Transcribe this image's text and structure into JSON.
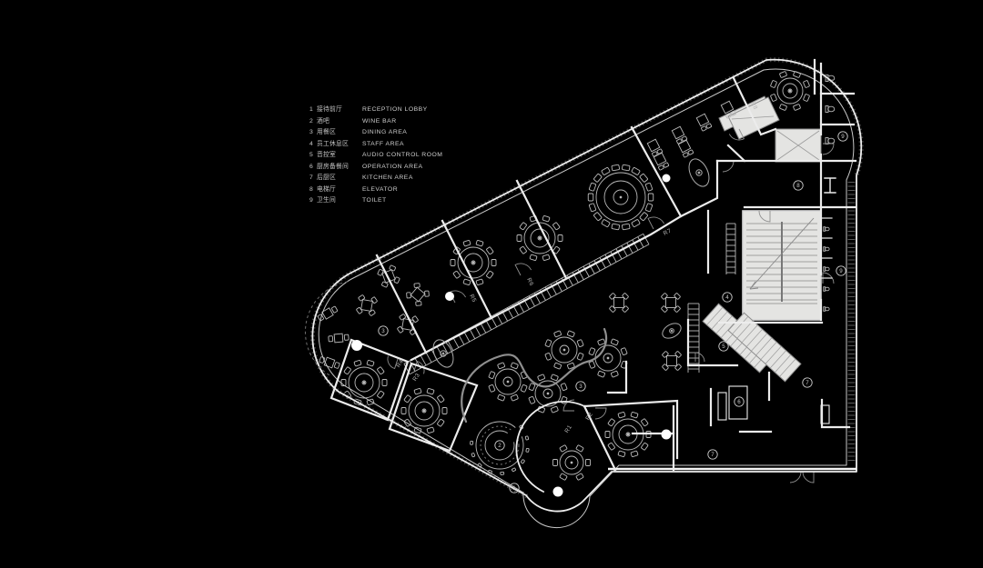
{
  "legend": {
    "items": [
      {
        "num": "1",
        "zh": "接待前厅",
        "en": "RECEPTION LOBBY"
      },
      {
        "num": "2",
        "zh": "酒吧",
        "en": "WINE BAR"
      },
      {
        "num": "3",
        "zh": "用餐区",
        "en": "DINING AREA"
      },
      {
        "num": "4",
        "zh": "员工休息区",
        "en": "STAFF AREA"
      },
      {
        "num": "5",
        "zh": "音控室",
        "en": "AUDIO CONTROL ROOM"
      },
      {
        "num": "6",
        "zh": "厨房备餐间",
        "en": "OPERATION AREA"
      },
      {
        "num": "7",
        "zh": "后厨区",
        "en": "KITCHEN AREA"
      },
      {
        "num": "8",
        "zh": "电梯厅",
        "en": "ELEVATOR"
      },
      {
        "num": "9",
        "zh": "卫生间",
        "en": "TOILET"
      }
    ]
  },
  "markers": {
    "reception": "1",
    "wine_bar": "2",
    "dining_a": "3",
    "dining_b": "3",
    "staff": "4",
    "audio": "5",
    "operation": "6",
    "kitchen_a": "7",
    "kitchen_b": "7",
    "elevator": "8",
    "toilet_a": "9",
    "toilet_b": "9"
  },
  "room_tags": {
    "r1": "R1",
    "r2": "R2",
    "r3": "R3",
    "r4": "R4",
    "r5": "R5",
    "r6": "R6",
    "r7": "R7",
    "r8": "R8"
  },
  "colors": {
    "background": "#000000",
    "line_bright": "#f0f0f0",
    "line_dim": "#b9b9b9",
    "core_fill": "#e4e4e2"
  }
}
